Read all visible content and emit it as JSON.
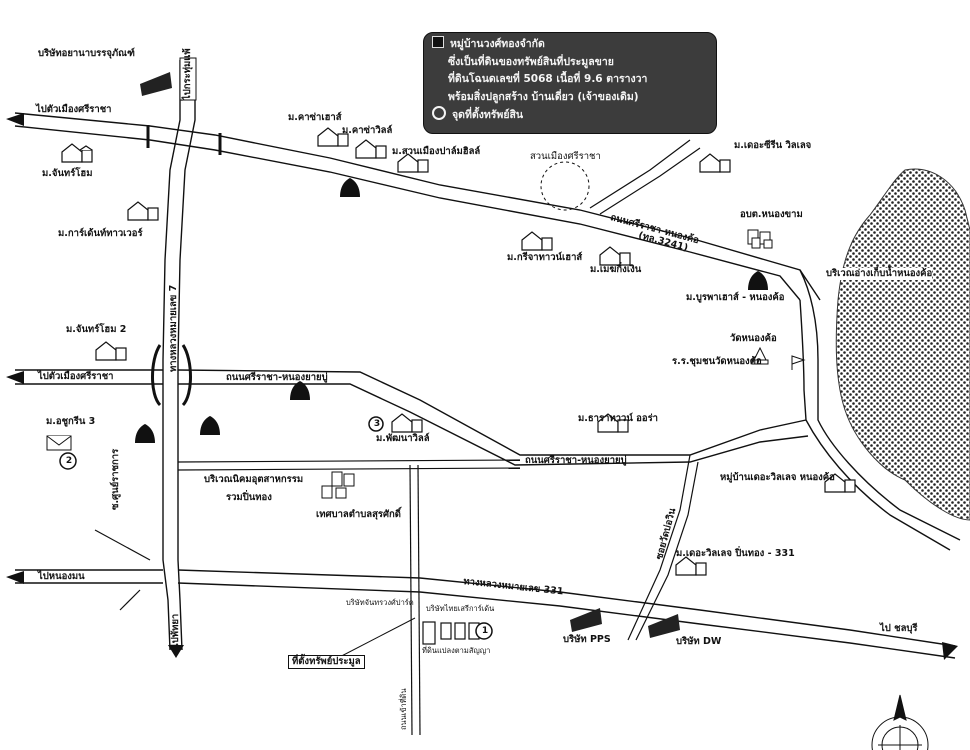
{
  "legend": {
    "line1": "หมู่บ้านวงศ์ทองจำกัด",
    "line2": "ซึ่งเป็นที่ดินของทรัพย์สินที่ประมูลขาย",
    "line3": "ที่ดินโฉนดเลขที่ 5068 เนื้อที่ 9.6 ตารางวา",
    "line4": "พร้อมสิ่งปลูกสร้าง บ้านเดี่ยว (เจ้าของเดิม)",
    "line5": "จุดที่ตั้งทรัพย์สิน"
  },
  "labels": {
    "company_top": "บริษัทอยานาบรรจุภัณฑ์",
    "to_gra": "ไปกระทุ่มแพ้",
    "to_muang_top": "ไปตัวเมืองศรีราชา",
    "to_muang_mid": "ไปตัวเมืองศรีราชา",
    "to_nongmon": "ไปหนองมน",
    "to_pattaya": "ไปพัทยา",
    "to_chonburi": "ไป ชลบุรี",
    "kasian_home": "ม.คาซ่าเฮาส์",
    "kasa_ville": "ม.คาซ่าวิลล์",
    "muang_garden": "ม.สวนเมืองปาล์มฮิลล์",
    "chanthra_home": "ม.จันทร์โฮม",
    "garden_tower": "ม.การ์เด้นท์ทาวเวอร์",
    "lake_srira": "สวนเมืองศรีราชา",
    "derasiri": "ม.เดอะซีรีน วิลเลจ",
    "road_srira_nongkho": "ถนนศรีราชา-หนองค้อ",
    "road_no": "(ทล.3241)",
    "abt_nongkham": "อบต.หนองขาม",
    "krirja": "ม.กรีจาทาวน์เฮาส์",
    "mekhing": "ม.เมฆกิ่งเงิน",
    "reservoir": "บริเวณอ่างเก็บน้ำหนองค้อ",
    "burapa": "ม.บูรพาเฮาส์ - หนองค้อ",
    "wat_nongkho": "วัดหนองค้อ",
    "school": "ร.ร.ชุมชนวัดหนองค้อ",
    "highway7": "ทางหลวงหมายเลข 7",
    "chanthra_home2": "ม.จันทร์โฮม 2",
    "road_bowin": "ถนนศรีราชา-หนองยายบู่",
    "v_soi": "ซ.ศูนย์ราชการ",
    "dsagreen": "ม.อชูกรีน 3",
    "pattana": "ม.พัฒนาวิลล์",
    "dara": "ม.ธาราทาวน์ ออร่า",
    "road_nongyaiboo": "ถนนศรีราชา-หนองยายบู่",
    "village_nongkho": "หมู่บ้านเดอะวิลเลจ หนองค้อ",
    "kasikorn": "บริเวณนิคมอุตสาหกรรม",
    "pinthong": "รวมปิ่นทอง",
    "surasak": "เทศบาลตำบลสุรศักดิ์",
    "road_soi": "ซอยวัดบ่อวิน",
    "village_331": "ม.เดอะวิลเลจ ปิ่นทอง - 331",
    "hwy331": "ทางหลวงหมายเลข 331",
    "pps": "บริษัท PPS",
    "dw": "บริษัท DW",
    "property_loc": "ที่ตั้งทรัพย์ประมูล",
    "small1": "บริษัทจันทรวงศ์ปาร์ค",
    "small2": "บริษัทไทยเสรีการ์เด้น",
    "small3": "ที่ดินแปลงตามสัญญา",
    "road_bottom": "ถนนเข้าที่ดิน",
    "num1": "1",
    "num2": "2",
    "num3": "3"
  },
  "icons": [
    "house-icon",
    "tree-icon",
    "factory-icon",
    "flag-icon",
    "temple-icon",
    "compass-icon"
  ]
}
